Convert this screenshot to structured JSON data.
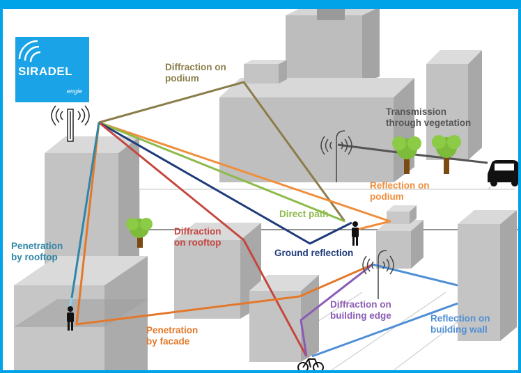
{
  "logo": {
    "name": "SIRADEL",
    "sub": "engie",
    "color": "#1aa3e6"
  },
  "labels": {
    "diffraction_podium": "Diffraction on\npodium",
    "transmission_vegetation": "Transmission\nthrough vegetation",
    "reflection_podium": "Reflection on\npodium",
    "direct_path": "Direct path",
    "diffraction_rooftop": "Diffraction\non rooftop",
    "ground_reflection": "Ground reflection",
    "penetration_rooftop": "Penetration\nby rooftop",
    "diffraction_edge": "Diffraction on\nbuilding edge",
    "reflection_wall": "Reflection on\nbuilding wall",
    "penetration_facade": "Penetration\nby facade"
  },
  "colors": {
    "diffraction_podium": "#8a7d4a",
    "transmission_vegetation": "#555555",
    "reflection_podium": "#f08e3c",
    "direct_path": "#8dbb4a",
    "diffraction_rooftop": "#c5463f",
    "ground_reflection": "#1f3a7a",
    "penetration_rooftop": "#2f86a6",
    "diffraction_edge": "#8a5bb5",
    "reflection_wall": "#4f8fd6",
    "penetration_facade": "#e3782a",
    "frame": "#00a3e8"
  },
  "icons": [
    "cell-tower-icon",
    "street-antenna-icon",
    "pedestrian-icon",
    "car-icon",
    "bicycle-icon",
    "tree-icon"
  ]
}
